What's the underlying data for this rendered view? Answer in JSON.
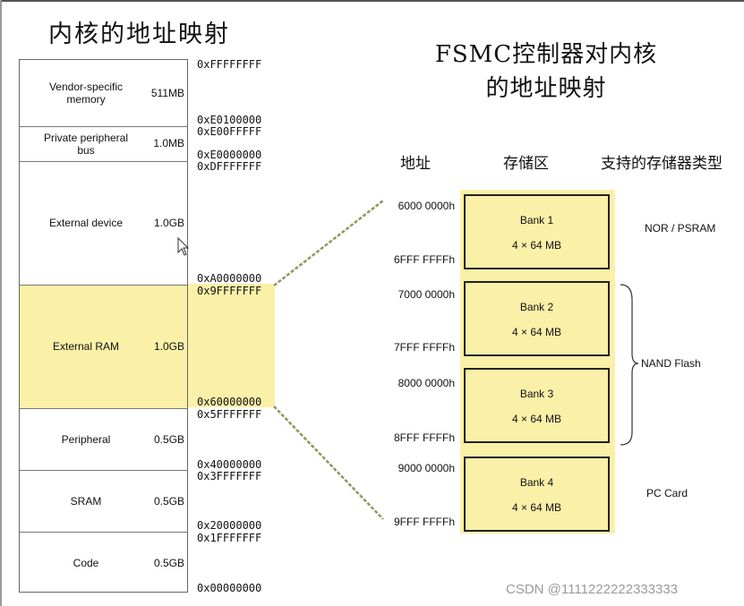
{
  "titles": {
    "left": "内核的地址映射",
    "right_line1": "FSMC控制器对内核",
    "right_line2": "的地址映射"
  },
  "memory_map": {
    "regions": [
      {
        "name_line1": "Vendor-specific",
        "name_line2": "memory",
        "size": "511MB"
      },
      {
        "name_line1": "Private peripheral",
        "name_line2": "bus",
        "size": "1.0MB"
      },
      {
        "name_line1": "External device",
        "name_line2": "",
        "size": "1.0GB"
      },
      {
        "name_line1": "External RAM",
        "name_line2": "",
        "size": "1.0GB",
        "highlight": true
      },
      {
        "name_line1": "Peripheral",
        "name_line2": "",
        "size": "0.5GB"
      },
      {
        "name_line1": "SRAM",
        "name_line2": "",
        "size": "0.5GB"
      },
      {
        "name_line1": "Code",
        "name_line2": "",
        "size": "0.5GB"
      }
    ],
    "addresses": [
      {
        "top": "0xFFFFFFFF",
        "bottom": ""
      },
      {
        "top": "0xE0100000",
        "bottom": "0xE00FFFFF"
      },
      {
        "top": "0xE0000000",
        "bottom": "0xDFFFFFFF"
      },
      {
        "top": "0xA0000000",
        "bottom": "0x9FFFFFFF"
      },
      {
        "top": "0x60000000",
        "bottom": "0x5FFFFFFF"
      },
      {
        "top": "0x40000000",
        "bottom": "0x3FFFFFFF"
      },
      {
        "top": "0x20000000",
        "bottom": "0x1FFFFFFF"
      },
      {
        "top": "0x00000000",
        "bottom": ""
      }
    ]
  },
  "fsmc": {
    "headers": {
      "address": "地址",
      "storage": "存储区",
      "types": "支持的存储器类型"
    },
    "banks": [
      {
        "name": "Bank 1",
        "size": "4 × 64 MB",
        "start": "6000 0000h",
        "end": "6FFF FFFFh"
      },
      {
        "name": "Bank 2",
        "size": "4 × 64 MB",
        "start": "7000 0000h",
        "end": "7FFF FFFFh"
      },
      {
        "name": "Bank 3",
        "size": "4 × 64 MB",
        "start": "8000 0000h",
        "end": "8FFF FFFFh"
      },
      {
        "name": "Bank 4",
        "size": "4 × 64 MB",
        "start": "9000 0000h",
        "end": "9FFF FFFFh"
      }
    ],
    "memory_types": {
      "bank1": "NOR / PSRAM",
      "bank23": "NAND Flash",
      "bank4": "PC Card"
    }
  },
  "colors": {
    "highlight": "#fbf0a8",
    "connector": "#8a9a5b"
  },
  "watermark": "CSDN @1111222222333333"
}
